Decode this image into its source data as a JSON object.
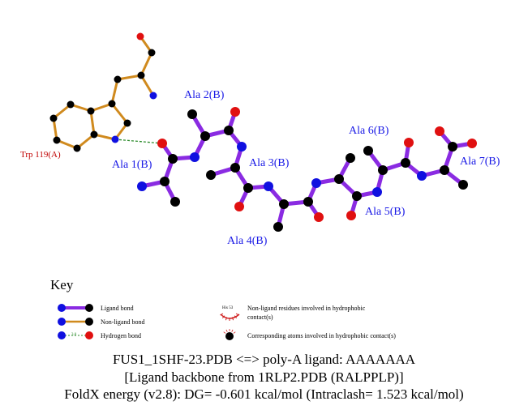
{
  "labels": {
    "trp": "Trp 119(A)",
    "ala1": "Ala 1(B)",
    "ala2": "Ala 2(B)",
    "ala3": "Ala 3(B)",
    "ala4": "Ala 4(B)",
    "ala5": "Ala 5(B)",
    "ala6": "Ala 6(B)",
    "ala7": "Ala 7(B)"
  },
  "key": {
    "title": "Key",
    "ligand_bond": "Ligand bond",
    "nonligand_bond": "Non-ligand bond",
    "hydrogen_bond": "Hydrogen bond",
    "hbond_distance": "3.0",
    "residue_example": "His 53",
    "hydrophobic_residues": "Non-ligand residues involved in hydrophobic",
    "hydrophobic_residues_2": "contact(s)",
    "hydrophobic_atoms": "Corresponding atoms involved in hydrophobic contact(s)"
  },
  "footer": {
    "line1": "FUS1_1SHF-23.PDB <=> poly-A ligand: AAAAAAA",
    "line2": "[Ligand backbone from 1RLP2.PDB (RALPPLP)]",
    "line3": "FoldX energy (v2.8): DG= -0.601 kcal/mol (Intraclash= 1.523 kcal/mol)"
  },
  "colors": {
    "ligand_bond": "#8a2be2",
    "nonligand_bond": "#d08a1e",
    "carbon": "#000000",
    "nitrogen": "#1010e0",
    "oxygen": "#e01010",
    "hbond": "#2a8a2a",
    "residue_label": "#1a1ae6",
    "trp_label": "#c00000"
  }
}
